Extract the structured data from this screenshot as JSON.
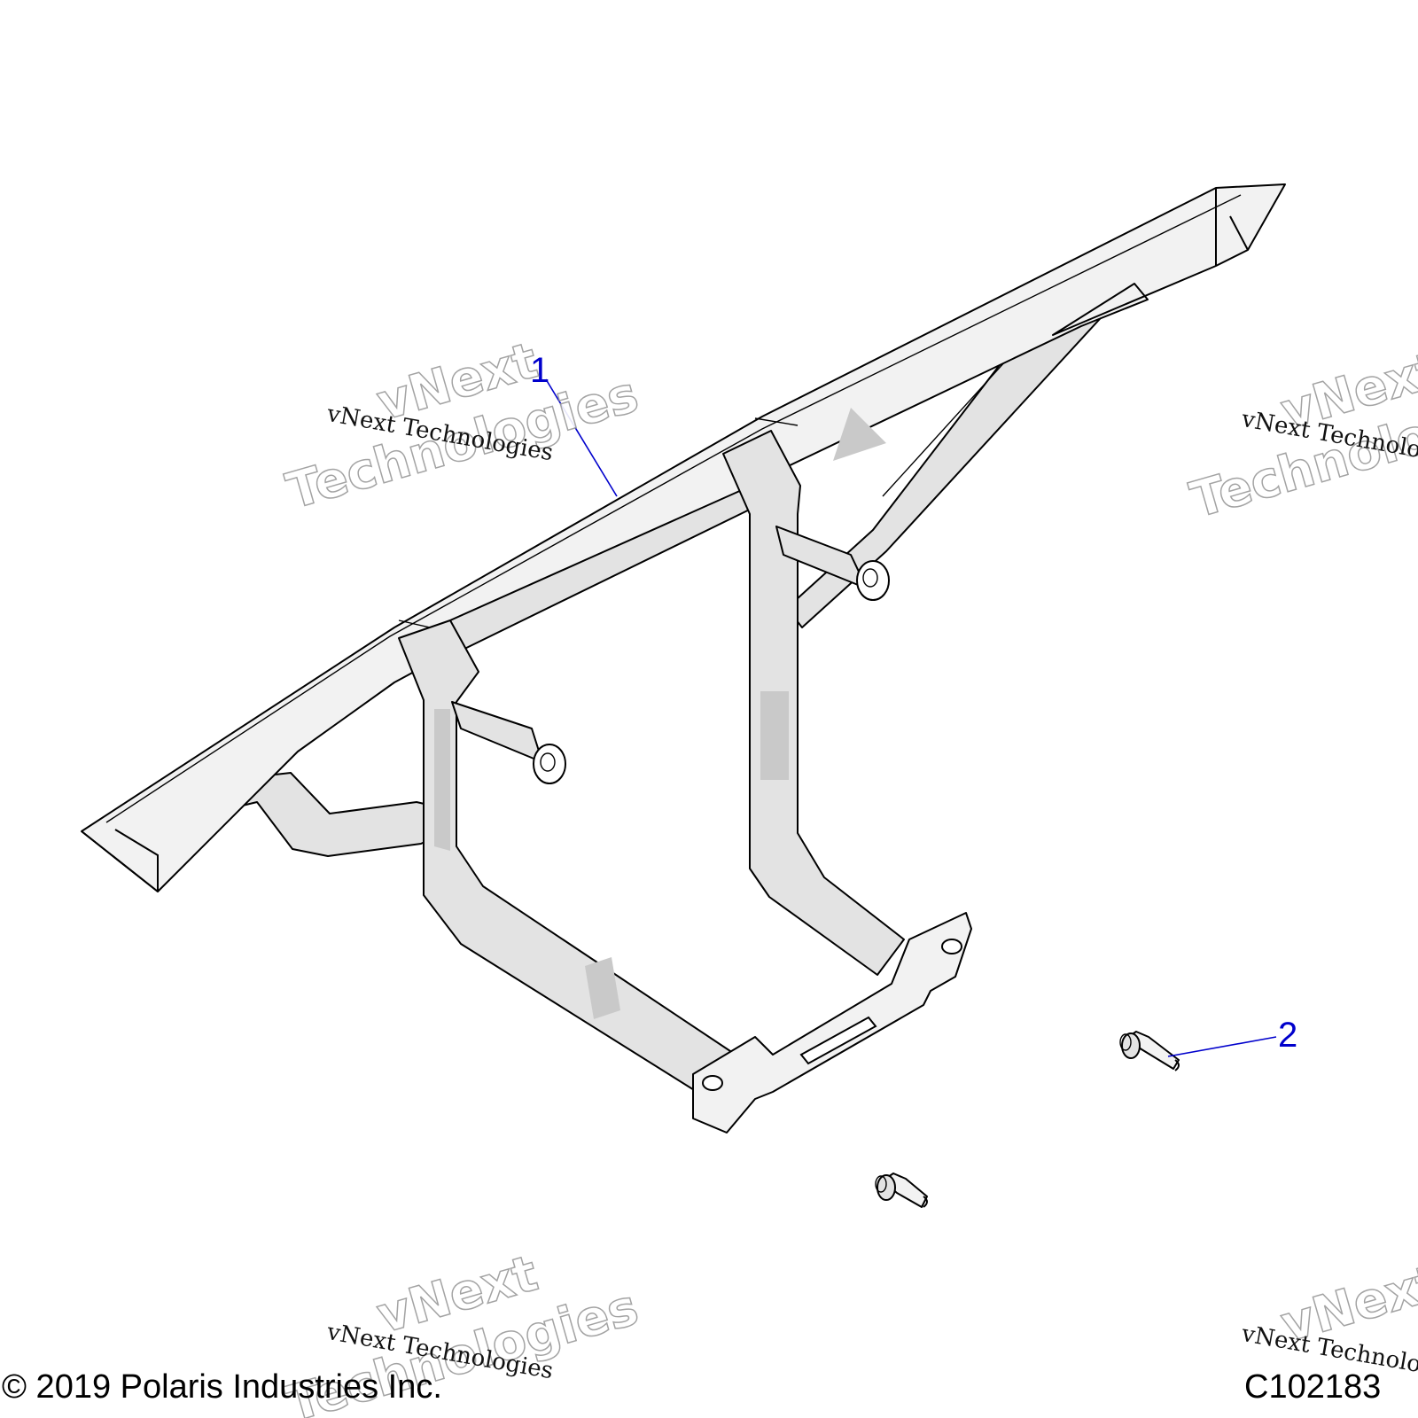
{
  "callouts": [
    {
      "number": "1",
      "color": "#0000cc"
    },
    {
      "number": "2",
      "color": "#0000cc"
    }
  ],
  "watermark": {
    "line1": "vNext",
    "line2": "Technologies",
    "inline": "vNext Technologies"
  },
  "footer": {
    "copyright": "© 2019 Polaris Industries Inc.",
    "figure_id": "C102183"
  },
  "parts": [
    {
      "icon": "bumper-frame-assembly",
      "callout": "1"
    },
    {
      "icon": "flange-bolt",
      "callout": "2"
    }
  ]
}
